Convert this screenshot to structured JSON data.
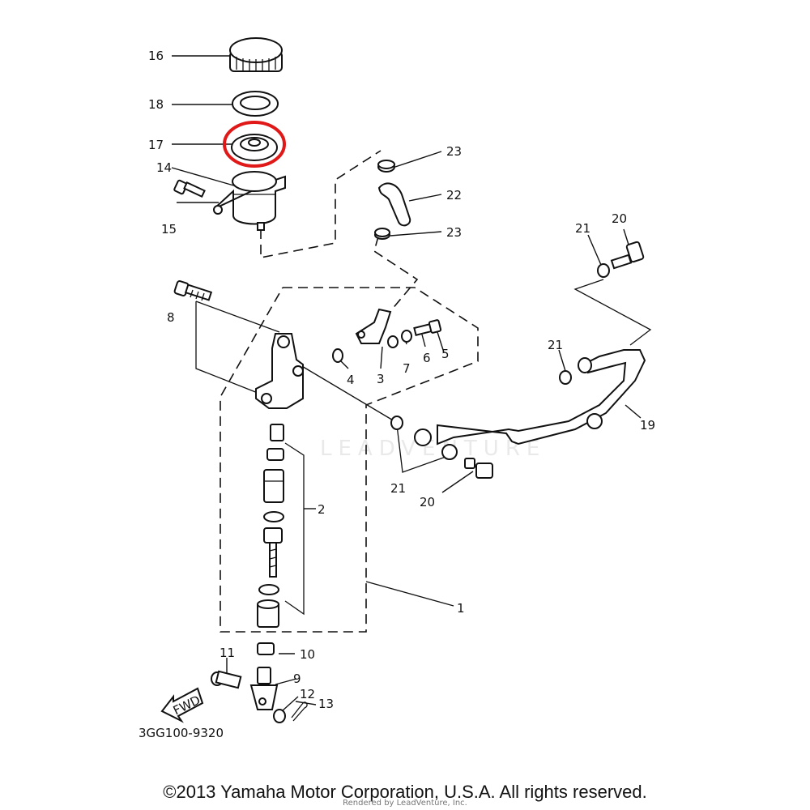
{
  "diagram": {
    "labels": {
      "p16": "16",
      "p18": "18",
      "p17": "17",
      "p14": "14",
      "p15": "15",
      "p23a": "23",
      "p22": "22",
      "p23b": "23",
      "p21a": "21",
      "p20a": "20",
      "p8": "8",
      "p4": "4",
      "p3": "3",
      "p7": "7",
      "p6": "6",
      "p5": "5",
      "p21b": "21",
      "p19": "19",
      "p2": "2",
      "p21c": "21",
      "p20b": "20",
      "p1": "1",
      "p10": "10",
      "p11": "11",
      "p9": "9",
      "p12": "12",
      "p13": "13"
    },
    "fwd_label": "FWD",
    "drawing_code": "3GG100-9320",
    "highlighted_part": "17",
    "highlight_color": "#e01818",
    "watermark": "LEADVENTURE"
  },
  "footer": {
    "copyright": "©2013 Yamaha Motor Corporation, U.S.A. All rights reserved.",
    "rendered_by": "Rendered by LeadVenture, Inc."
  }
}
